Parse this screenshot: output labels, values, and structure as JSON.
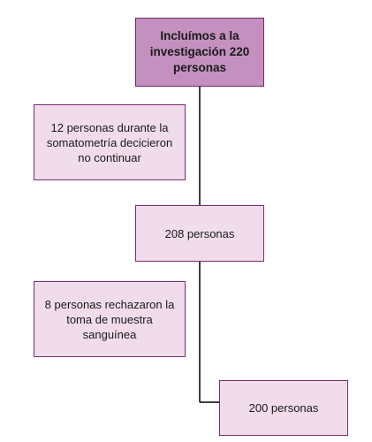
{
  "colors": {
    "top_fill": "#c490c0",
    "box_fill": "#f0dcea",
    "border": "#7a2c6f",
    "connector": "#000000"
  },
  "flow": {
    "start": {
      "text": "Incluímos a la investigación 220 personas"
    },
    "exclusion_1": {
      "text": "12 personas durante la somatometría decicieron no continuar"
    },
    "middle": {
      "text": "208 personas"
    },
    "exclusion_2": {
      "text": "8 personas rechazaron la toma de muestra sanguínea"
    },
    "final": {
      "text": "200 personas"
    }
  }
}
